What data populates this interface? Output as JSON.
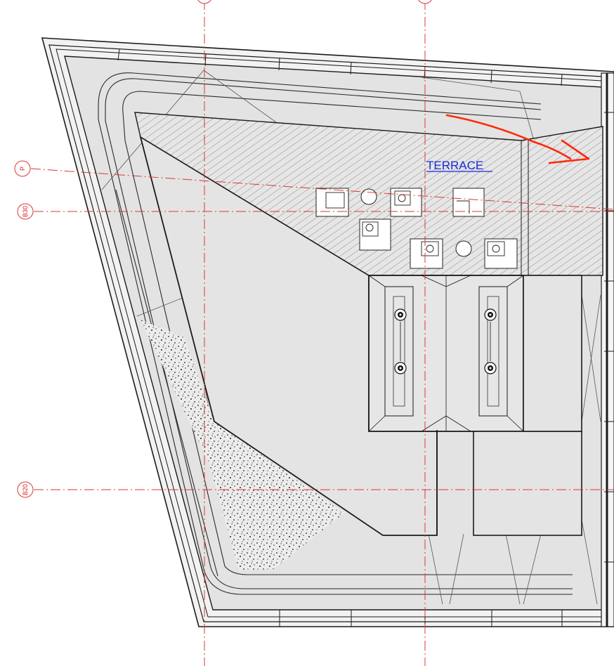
{
  "plan": {
    "room_label": "TERRACE",
    "grid_labels": {
      "p": "P",
      "b30": "B30",
      "b20": "B20"
    }
  },
  "colors": {
    "floor": "#e3e3e3",
    "line": "#1b1b1b",
    "gridline": "#d63a3a",
    "markup": "#ff2a0a",
    "label": "#1a2bd8"
  },
  "icons": [
    "wall-chair-icon",
    "round-table-icon",
    "square-table-icon",
    "speaker-icon",
    "section-arrow-icon"
  ]
}
